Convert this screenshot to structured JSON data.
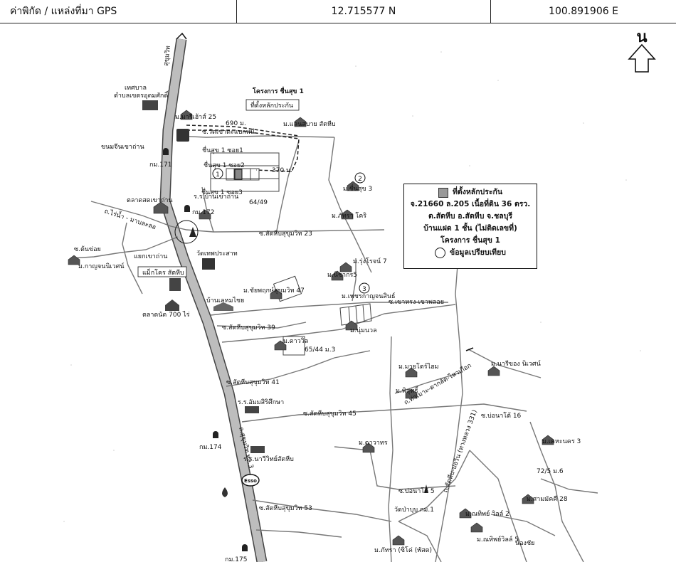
{
  "header": {
    "label": "ค่าพิกัด / แหล่งที่มา GPS",
    "latitude": "12.715577 N",
    "longitude": "100.891906 E"
  },
  "north": {
    "letter": "น"
  },
  "legend": {
    "marker_label": "ที่ตั้งหลักประกัน",
    "line1": "จ.21660 ล.205 เนื้อที่ดิน 36 ตรว.",
    "line2": "ต.สัตหีบ อ.สัตหีบ จ.ชลบุรี",
    "line3": "บ้านแฝด 1 ชั้น (ไม่ติดเลขที่)",
    "line4": "โครงการ ชื่นสุข 1",
    "compare_label": "ข้อมูลเปรียบเทียบ"
  },
  "labels": {
    "project": "โครงการ ชื่นสุข 1",
    "collateral_box": "ที่ตั้งหลักประกัน",
    "municipality_1": "เทศบาล",
    "municipality_2": "ตำบลเขตรอุดมศักดิ์",
    "maree25": "ม.มารีเฮ้าส์ 25",
    "dist690": "690 ม.",
    "soi_wat": "ซ.วัดเขาตะแบกพนี",
    "laemsabai": "ม.แลนสบาย สัตหีบ",
    "khanom": "ขนมจีนเขาถ่าน",
    "km171": "กม.171",
    "soi1": "ชื่นสุข 1 ซอย1",
    "soi2": "ชื่นสุข 1 ซอย2",
    "soi3": "ชื่นสุข 1 ซอย3",
    "dist370": "370 ม.",
    "chuen3": "ม.ชื่นสุข 3",
    "lot6449": "64/49",
    "market": "ตลาดสดเขาถ่าน",
    "km172": "กม.172",
    "rr_khaothan": "ร.ร.บ้านเขาถ่าน",
    "phatra_kori": "ม.ภัทรา โคริ",
    "soi_sattahip23": "ซ.สัตหีบสุขุมวิท 23",
    "soi_rai": "ถ.ไร่น้ำ - มาบละลอ",
    "kaonsai": "ซ.ต้นข่อย",
    "kanjana": "ม.กาญจนนิเวศน์",
    "yaek": "แยกเขาถ่าน",
    "wat_thep": "วัดเทพประสาท",
    "makro": "แม็กโคร สัตหีบ",
    "market700": "ตลาดนัด 700 ไร่",
    "baanlaem": "บ้านเลหมไชย",
    "ninhaking": "ม.นิชากร5",
    "rungrot7": "ม.รุ่งโรจน์ 7",
    "prasom": "ม.ชัยพฤกษ์สุขุมวิท 47",
    "phetkan": "ม.เพชรกาญจนสินธ์",
    "soi_khaochalong": "ซ.เขาหรง-เขาพลอย",
    "nuonuan": "ม.นุ่มนวล",
    "soi_sattahip39": "ซ.สัตหีบสุขุมวิท 39",
    "pattaya_village": "ม.ดาววิล",
    "lot6544": "65/44 ม.3",
    "mai_khaiyom": "ม.มายโตร์ไฮม",
    "pattaya2": "ม.พิสุทธิ์",
    "road_plan": "ถ.ท่าเมาะ-ตากลัด-ไหวเกือก",
    "marie_nivet": "ม.นารีของ นิเวศน์",
    "soi_sattahip41": "ซ.สัตหีบสุขุมวิท 41",
    "rr_ammat": "ร.ร.อัมมสิริศึกษา",
    "soi_sattahip45": "ซ.สัตหีบสุขุมวิท 45",
    "soi_noi16": "ซ.บ่อนาโต้ 16",
    "sukhumvit_road": "ถ.สุขุมวิท ทล.3",
    "km174": "กม.174",
    "natthaporn": "ม.ดาวาทร",
    "kedanakhon3": "ม.เคหะนคร 3",
    "college": "ร.ร.นาวีวิทย์สัตหีบ",
    "lot725": "72/5 ม.6",
    "road_sattahip_w": "ถ.สัตหีบ-บ่อวิน (ทางหลวง 331)",
    "sukhumvit": "สุขุมวิท",
    "soi_sattahip53": "ซ.สัตหีบสุขุมวิท 53",
    "bo_nao5": "ซ.บ่อนาโต้ 5",
    "sanmat28": "ม.สามมัคคี 28",
    "wat_bupha": "วัดป่าบุบ กม.1",
    "manathip2": "ม.ณทิพย์ วิลล์ 2",
    "manathip5": "ม.ณทิพย์วิลล์ 5",
    "nongchai": "น้องชัย",
    "phatra_city": "ม.ภัทรา (ซิโค่ (พัสต)",
    "km175": "กม.175",
    "esso": "Esso"
  },
  "markers": {
    "n1": "1",
    "n2": "2",
    "n3": "3"
  }
}
